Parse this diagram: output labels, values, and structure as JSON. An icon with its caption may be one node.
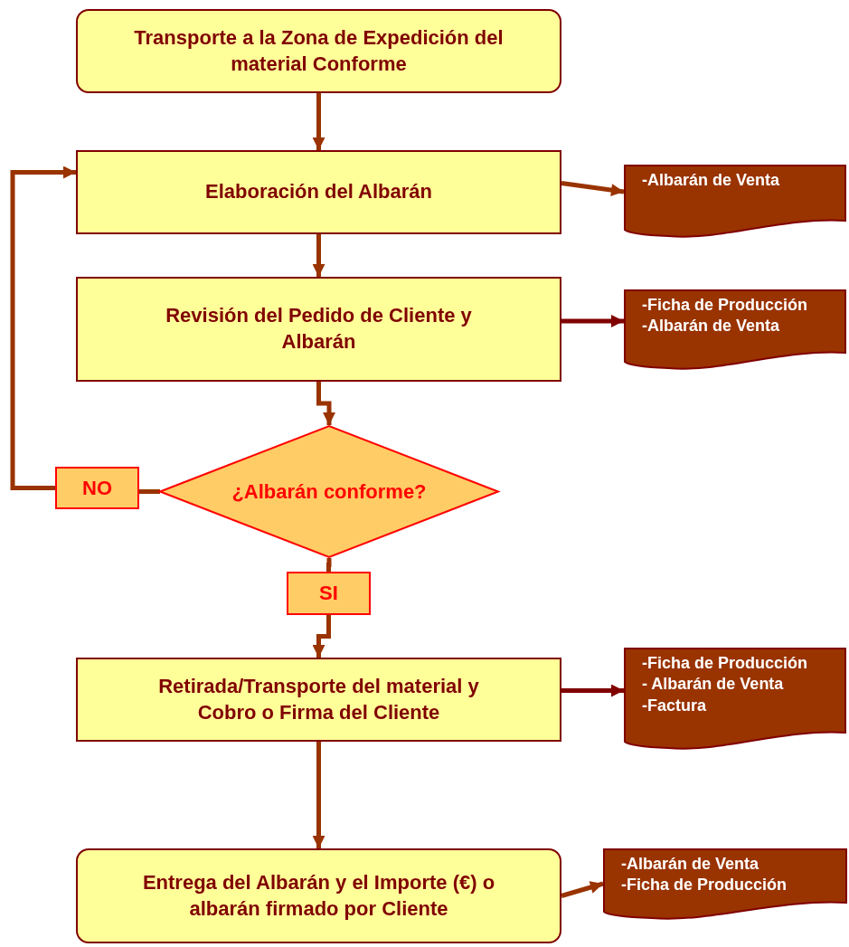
{
  "diagram": {
    "nodes": [
      {
        "text": [
          "Transporte a la Zona de Expedición del material Conforme"
        ]
      },
      {
        "text": [
          "Elaboración del Albarán"
        ]
      },
      {
        "text": [
          "-Albarán de Venta"
        ]
      },
      {
        "text": [
          "Revisión del Pedido de Cliente y Albarán"
        ]
      },
      {
        "text": [
          "-Ficha de Producción",
          "-Albarán de Venta"
        ]
      },
      {
        "text": [
          "¿Albarán conforme?"
        ]
      },
      {
        "text": [
          "NO"
        ]
      },
      {
        "text": [
          "SI"
        ]
      },
      {
        "text": [
          "Retirada/Transporte del material y Cobro o Firma del Cliente"
        ]
      },
      {
        "text": [
          "-Ficha de Producción",
          "- Albarán de Venta",
          "-Factura"
        ]
      },
      {
        "text": [
          "Entrega del Albarán y el Importe (€) o albarán firmado por Cliente"
        ]
      },
      {
        "text": [
          "-Albarán de Venta",
          "-Ficha de Producción"
        ]
      }
    ],
    "edges": [
      {
        "from": 0,
        "to": 1,
        "arrow": "to"
      },
      {
        "from": 1,
        "to": 2,
        "arrow": "to"
      },
      {
        "from": 1,
        "to": 3,
        "arrow": "to"
      },
      {
        "from": 3,
        "to": 4,
        "arrow": "to",
        "color": "#800000"
      },
      {
        "from": 3,
        "to": 5,
        "arrow": "to"
      },
      {
        "from": 5,
        "to": 6,
        "arrow": "none"
      },
      {
        "from": 6,
        "to": 1,
        "arrow": "to"
      },
      {
        "from": 5,
        "to": 7,
        "arrow": "none"
      },
      {
        "from": 7,
        "to": 8,
        "arrow": "to"
      },
      {
        "from": 8,
        "to": 9,
        "arrow": "to",
        "color": "#800000"
      },
      {
        "from": 8,
        "to": 10,
        "arrow": "to"
      },
      {
        "from": 10,
        "to": 11,
        "arrow": "to"
      }
    ]
  }
}
